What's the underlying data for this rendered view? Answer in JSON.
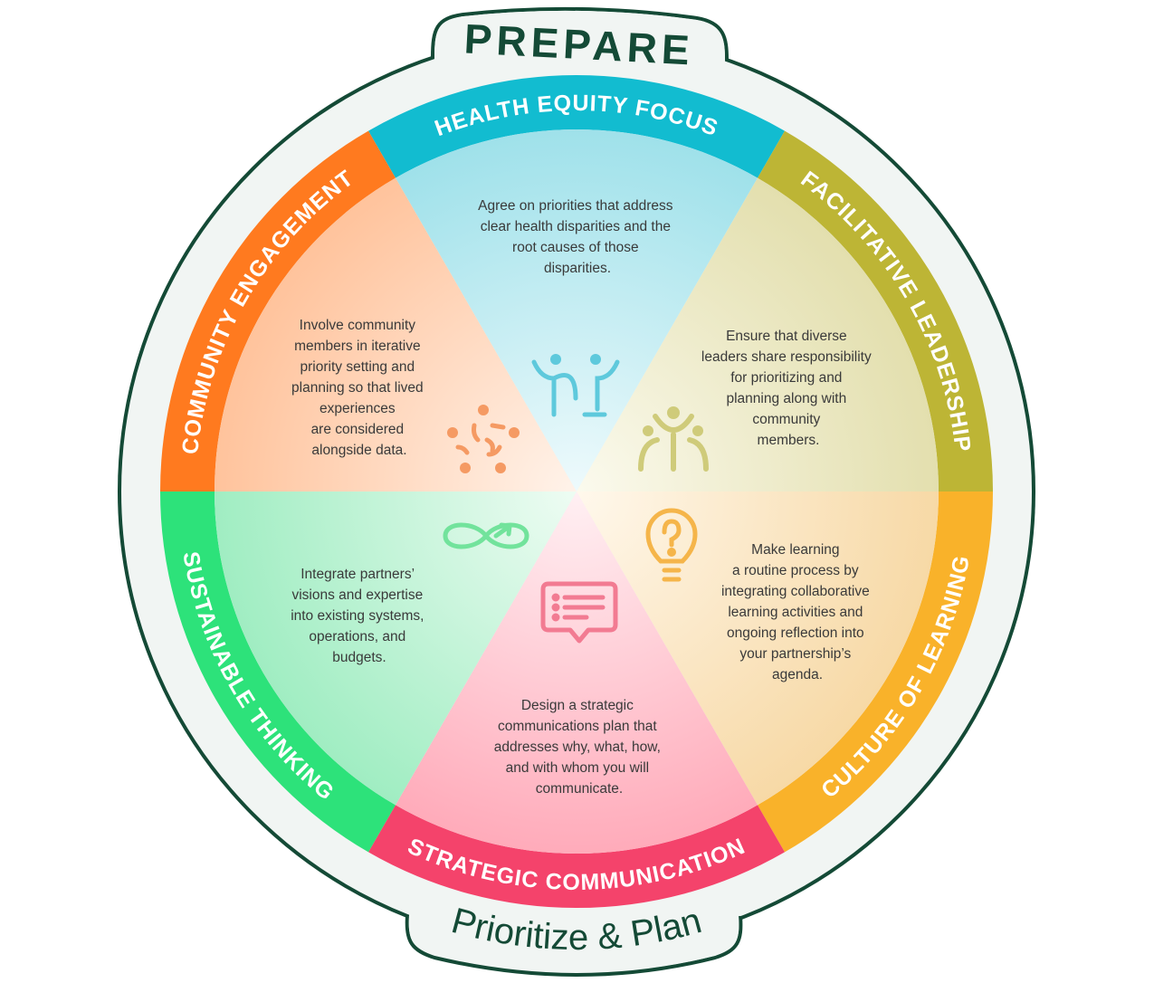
{
  "header": {
    "title": "PREPARE"
  },
  "footer": {
    "subtitle": "Prioritize & Plan"
  },
  "colors": {
    "outline": "#144a36",
    "background": "#f1f5f3",
    "health_equity": "#12bcd0",
    "facilitative": "#bdb535",
    "learning": "#f9b22a",
    "communication": "#f4436b",
    "sustainable": "#2de27a",
    "community": "#ff7a1f"
  },
  "segments": [
    {
      "id": "health-equity-focus",
      "label": "HEALTH EQUITY FOCUS",
      "icon": "people-raised-arms-icon",
      "lines": [
        "Agree on priorities that address",
        "clear health disparities and the",
        "root causes of those",
        "disparities."
      ]
    },
    {
      "id": "facilitative-leadership",
      "label": "FACILITATIVE LEADERSHIP",
      "icon": "leader-group-icon",
      "lines": [
        "Ensure that diverse",
        "leaders share responsibility",
        "for prioritizing and",
        "planning along with",
        "community",
        "members."
      ]
    },
    {
      "id": "culture-of-learning",
      "label": "CULTURE OF LEARNING",
      "icon": "lightbulb-question-icon",
      "lines": [
        "Make learning",
        "a routine process by",
        "integrating collaborative",
        "learning activities and",
        "ongoing reflection into",
        "your partnership’s",
        "agenda."
      ]
    },
    {
      "id": "strategic-communication",
      "label": "STRATEGIC COMMUNICATION",
      "icon": "chat-list-icon",
      "lines": [
        "Design a strategic",
        "communications plan that",
        "addresses why, what, how,",
        "and with whom you will",
        "communicate."
      ]
    },
    {
      "id": "sustainable-thinking",
      "label": "SUSTAINABLE THINKING",
      "icon": "infinity-arrow-icon",
      "lines": [
        "Integrate partners’",
        "visions and expertise",
        "into existing systems,",
        "operations, and",
        "budgets."
      ]
    },
    {
      "id": "community-engagement",
      "label": "COMMUNITY ENGAGEMENT",
      "icon": "community-circle-icon",
      "lines": [
        "Involve community",
        "members in iterative",
        "priority setting and",
        "planning so that lived",
        "experiences",
        "are considered",
        "alongside data."
      ]
    }
  ]
}
